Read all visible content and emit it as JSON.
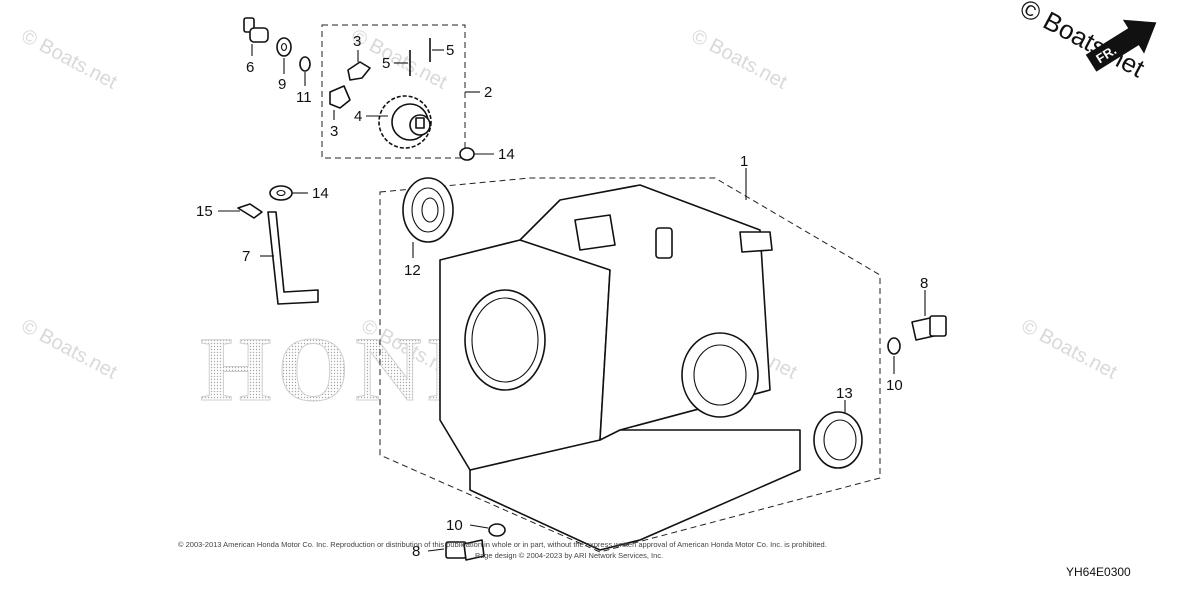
{
  "watermark": {
    "text": "© Boats.net",
    "brand_text": "© Boats.net",
    "logo_text": "HONDA"
  },
  "direction": {
    "label": "FR."
  },
  "callouts": [
    {
      "id": "c1",
      "label": "1"
    },
    {
      "id": "c2",
      "label": "2"
    },
    {
      "id": "c3a",
      "label": "3"
    },
    {
      "id": "c3b",
      "label": "3"
    },
    {
      "id": "c4",
      "label": "4"
    },
    {
      "id": "c5a",
      "label": "5"
    },
    {
      "id": "c5b",
      "label": "5"
    },
    {
      "id": "c6",
      "label": "6"
    },
    {
      "id": "c7",
      "label": "7"
    },
    {
      "id": "c8a",
      "label": "8"
    },
    {
      "id": "c8b",
      "label": "8"
    },
    {
      "id": "c9",
      "label": "9"
    },
    {
      "id": "c10a",
      "label": "10"
    },
    {
      "id": "c10b",
      "label": "10"
    },
    {
      "id": "c11",
      "label": "11"
    },
    {
      "id": "c12",
      "label": "12"
    },
    {
      "id": "c13",
      "label": "13"
    },
    {
      "id": "c14a",
      "label": "14"
    },
    {
      "id": "c14b",
      "label": "14"
    },
    {
      "id": "c15",
      "label": "15"
    }
  ],
  "copyright": {
    "line1": "© 2003-2013 American Honda Motor Co. Inc. Reproduction or distribution of this publication in whole or in part, without the express written approval of American Honda Motor Co. Inc. is prohibited.",
    "line2": "Page design © 2004-2023 by ARI Network Services, Inc."
  },
  "diagram_id": "YH64E0300"
}
